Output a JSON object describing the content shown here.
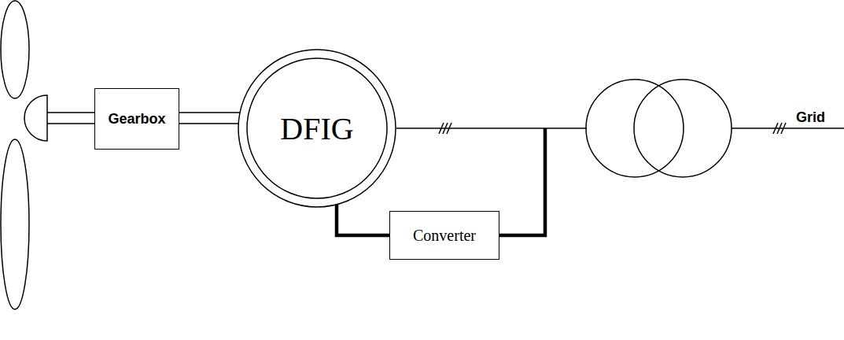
{
  "diagram": {
    "nodes": [
      {
        "text": [
          "Gearbox"
        ]
      },
      {
        "text": [
          "DFIG"
        ]
      },
      {
        "text": [
          "Converter"
        ]
      }
    ],
    "edges": [
      {
        "from": 0,
        "to": 1,
        "arrow": "none"
      },
      {
        "from": 1,
        "to": 2,
        "arrow": "none"
      }
    ],
    "labels": [
      "Grid"
    ]
  }
}
